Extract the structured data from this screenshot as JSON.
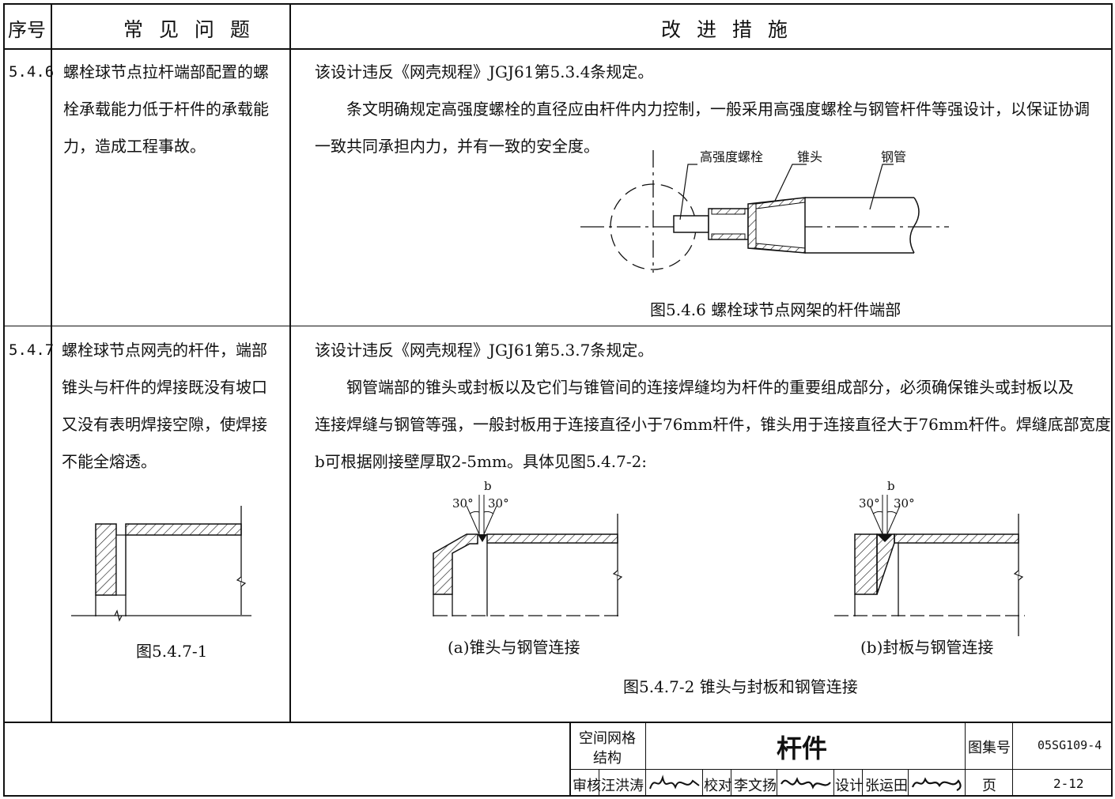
{
  "header": {
    "col_no": "序号",
    "col_problem": "常 见 问 题",
    "col_measure": "改 进 措 施"
  },
  "rows": [
    {
      "no": "5.4.6",
      "problem": [
        "螺栓球节点拉杆端部配置的螺",
        "栓承载能力低于杆件的承载能",
        "力，造成工程事故。"
      ],
      "measure_lines": [
        "该设计违反《网壳规程》JGJ61第5.3.4条规定。",
        "条文明确规定高强度螺栓的直径应由杆件内力控制，一般采用高强度螺栓与钢管杆件等强设计，以保证协调",
        "一致共同承担内力，并有一致的安全度。"
      ],
      "figure": {
        "labels": {
          "bolt": "高强度螺栓",
          "cone": "锥头",
          "pipe": "钢管"
        },
        "caption": "图5.4.6  螺栓球节点网架的杆件端部"
      }
    },
    {
      "no": "5.4.7",
      "problem": [
        "螺栓球节点网壳的杆件，端部",
        "锥头与杆件的焊接既没有坡口",
        "又没有表明焊接空隙，使焊接",
        "不能全熔透。"
      ],
      "figure1_caption": "图5.4.7-1",
      "measure_lines": [
        "该设计违反《网壳规程》JGJ61第5.3.7条规定。",
        "钢管端部的锥头或封板以及它们与锥管间的连接焊缝均为杆件的重要组成部分，必须确保锥头或封板以及",
        "连接焊缝与钢管等强，一般封板用于连接直径小于76mm杆件，锥头用于连接直径大于76mm杆件。焊缝底部宽度",
        "b可根据刚接壁厚取2-5mm。具体见图5.4.7-2:"
      ],
      "figure2": {
        "angle_label": "30°",
        "gap_label": "b",
        "sub_a": "(a)锥头与钢管连接",
        "sub_b": "(b)封板与钢管连接",
        "caption": "图5.4.7-2  锥头与封板和钢管连接"
      }
    }
  ],
  "title_block": {
    "category": [
      "空间网格",
      "结构"
    ],
    "title": "杆件",
    "atlas_label": "图集号",
    "atlas_no": "05SG109-4",
    "review_label": "审核",
    "review_name": "汪洪涛",
    "check_label": "校对",
    "check_name": "李文扬",
    "design_label": "设计",
    "design_name": "张运田",
    "page_label": "页",
    "page_no": "2-12"
  }
}
